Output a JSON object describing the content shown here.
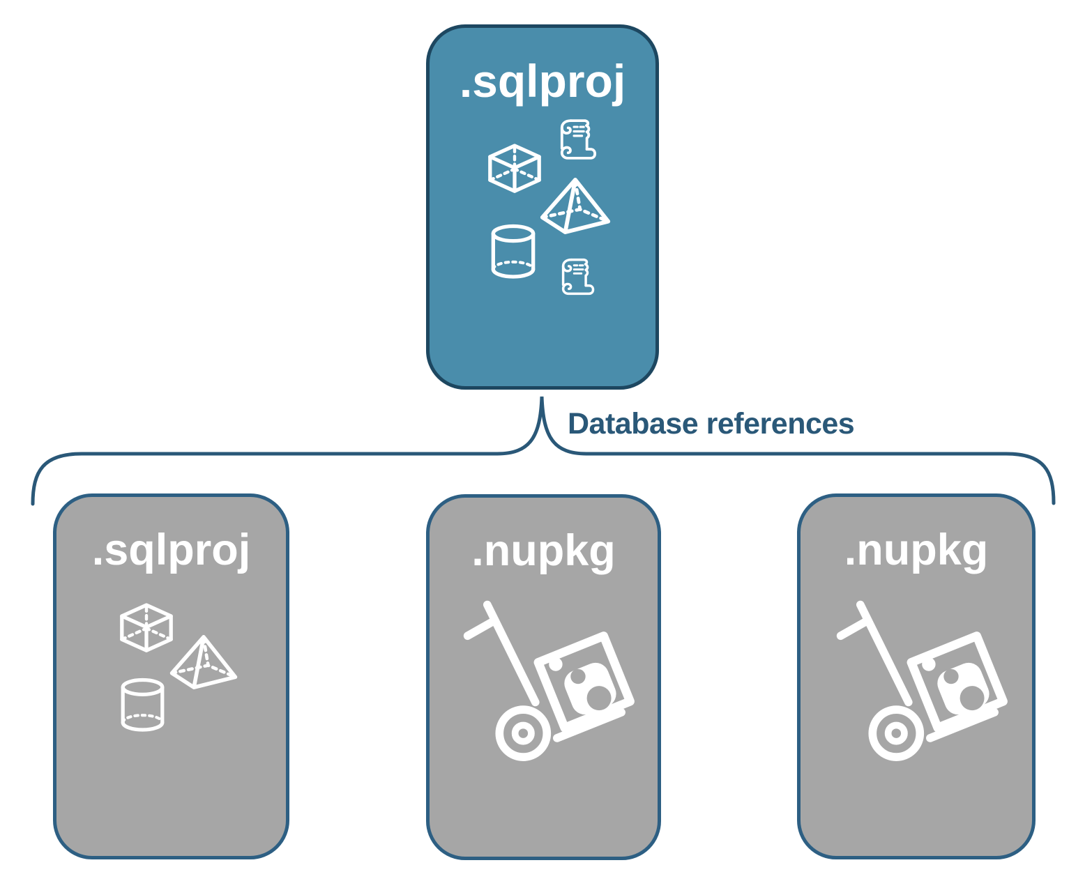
{
  "diagram": {
    "root_node": {
      "label": ".sqlproj"
    },
    "edge_label": "Database references",
    "child_nodes": [
      {
        "label": ".sqlproj"
      },
      {
        "label": ".nupkg"
      },
      {
        "label": ".nupkg"
      }
    ],
    "icons": {
      "root": [
        "scroll-icon",
        "cube-icon",
        "pyramid-icon",
        "cylinder-icon",
        "scroll-icon"
      ],
      "child_sqlproj": [
        "cube-icon",
        "pyramid-icon",
        "cylinder-icon"
      ],
      "child_nupkg": [
        "hand-truck-nuget-package-icon"
      ]
    },
    "colors": {
      "root_fill": "#4a8dab",
      "root_border": "#1d4760",
      "child_fill": "#a6a6a6",
      "child_border": "#2d5f83",
      "connector": "#2a5878",
      "edge_label_text": "#2a5878",
      "icon_and_title": "#ffffff",
      "background": "#ffffff"
    }
  }
}
